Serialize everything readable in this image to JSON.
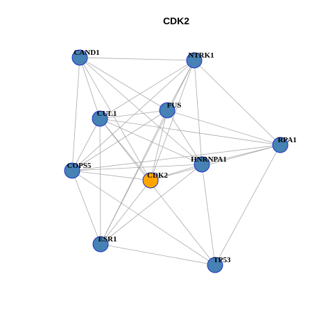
{
  "title": "CDK2",
  "colors": {
    "default_node": "#4682B4",
    "highlight_node": "#FFA500",
    "node_border": "#1c2fc9",
    "edge": "#a9a9a9"
  },
  "nodes": [
    {
      "id": "CAND1",
      "label": "CAND1",
      "highlight": false
    },
    {
      "id": "NTRK1",
      "label": "NTRK1",
      "highlight": false
    },
    {
      "id": "CUL1",
      "label": "CUL1",
      "highlight": false
    },
    {
      "id": "FUS",
      "label": "FUS",
      "highlight": false
    },
    {
      "id": "RPA1",
      "label": "RPA1",
      "highlight": false
    },
    {
      "id": "HNRNPA1",
      "label": "HNRNPA1",
      "highlight": false
    },
    {
      "id": "COPS5",
      "label": "COPS5",
      "highlight": false
    },
    {
      "id": "CDK2",
      "label": "CDK2",
      "highlight": true
    },
    {
      "id": "ESR1",
      "label": "ESR1",
      "highlight": false
    },
    {
      "id": "TP53",
      "label": "TP53",
      "highlight": false
    }
  ],
  "edges": [
    [
      "CAND1",
      "NTRK1"
    ],
    [
      "CAND1",
      "CUL1"
    ],
    [
      "CAND1",
      "FUS"
    ],
    [
      "CAND1",
      "COPS5"
    ],
    [
      "CAND1",
      "CDK2"
    ],
    [
      "CAND1",
      "HNRNPA1"
    ],
    [
      "NTRK1",
      "CUL1"
    ],
    [
      "NTRK1",
      "FUS"
    ],
    [
      "NTRK1",
      "COPS5"
    ],
    [
      "NTRK1",
      "CDK2"
    ],
    [
      "NTRK1",
      "HNRNPA1"
    ],
    [
      "NTRK1",
      "RPA1"
    ],
    [
      "NTRK1",
      "ESR1"
    ],
    [
      "CUL1",
      "FUS"
    ],
    [
      "CUL1",
      "COPS5"
    ],
    [
      "CUL1",
      "CDK2"
    ],
    [
      "CUL1",
      "ESR1"
    ],
    [
      "CUL1",
      "HNRNPA1"
    ],
    [
      "CUL1",
      "RPA1"
    ],
    [
      "CUL1",
      "TP53"
    ],
    [
      "FUS",
      "COPS5"
    ],
    [
      "FUS",
      "CDK2"
    ],
    [
      "FUS",
      "RPA1"
    ],
    [
      "FUS",
      "HNRNPA1"
    ],
    [
      "FUS",
      "ESR1"
    ],
    [
      "COPS5",
      "CDK2"
    ],
    [
      "COPS5",
      "HNRNPA1"
    ],
    [
      "COPS5",
      "RPA1"
    ],
    [
      "COPS5",
      "ESR1"
    ],
    [
      "COPS5",
      "TP53"
    ],
    [
      "CDK2",
      "HNRNPA1"
    ],
    [
      "CDK2",
      "RPA1"
    ],
    [
      "CDK2",
      "ESR1"
    ],
    [
      "HNRNPA1",
      "RPA1"
    ],
    [
      "HNRNPA1",
      "ESR1"
    ],
    [
      "HNRNPA1",
      "TP53"
    ],
    [
      "RPA1",
      "TP53"
    ],
    [
      "ESR1",
      "TP53"
    ]
  ]
}
